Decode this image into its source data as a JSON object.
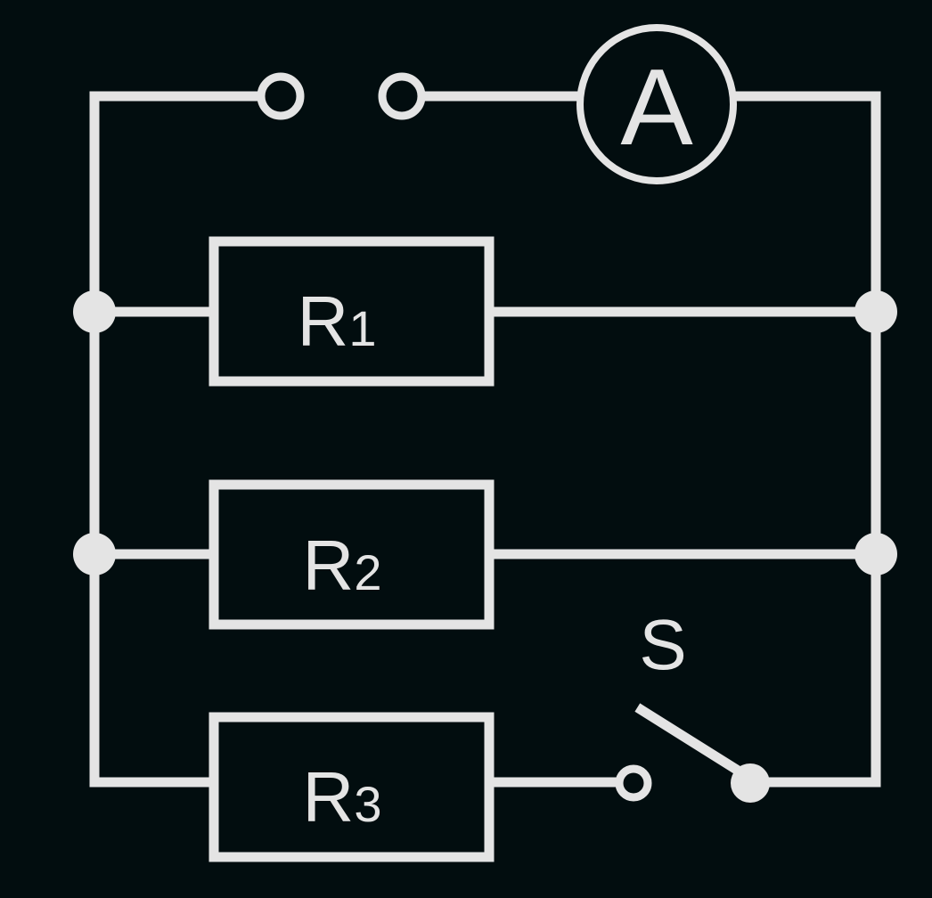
{
  "diagram": {
    "ammeter_label": "A",
    "switch_label": "S",
    "resistors": [
      {
        "letter": "R",
        "index": "1"
      },
      {
        "letter": "R",
        "index": "2"
      },
      {
        "letter": "R",
        "index": "3"
      }
    ]
  },
  "colors": {
    "background": "#020d0f",
    "line": "#e4e4e4"
  }
}
